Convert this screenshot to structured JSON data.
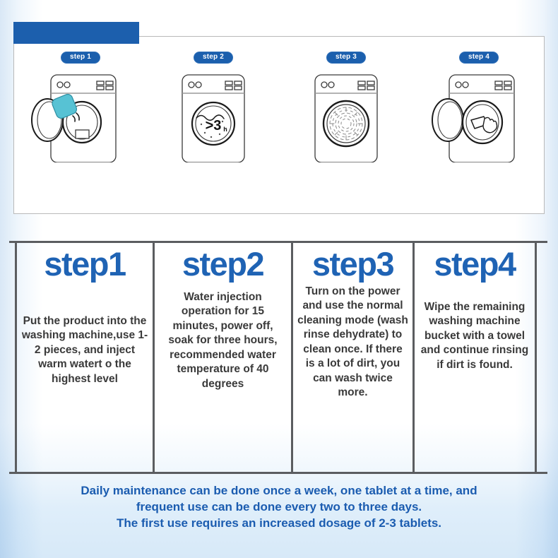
{
  "theme": {
    "brand_blue": "#1b5fad",
    "title_blue": "#1f63b4",
    "footer_blue": "#1b5cb0",
    "rule_gray": "#5b5d60",
    "panel_border": "#b9b9b9",
    "tablet_teal": "#57c2d4",
    "page_bg_edge": "#d9e8f6"
  },
  "top_panel": {
    "steps": [
      {
        "badge": "step 1",
        "icon_name": "washing-machine-open-door-with-tablet",
        "detail": "tablet dropping into drum"
      },
      {
        "badge": "step 2",
        "icon_name": "washing-machine-drum-soaking",
        "detail": ">3h"
      },
      {
        "badge": "step 3",
        "icon_name": "washing-machine-drum-spinning",
        "detail": "spin cycle"
      },
      {
        "badge": "step 4",
        "icon_name": "washing-machine-wipe-with-towel",
        "detail": "hand wiping drum"
      }
    ]
  },
  "table": {
    "columns": [
      {
        "title": "step1",
        "body": "Put the product into the washing machine,use 1-2 pieces, and inject warm watert o the highest level"
      },
      {
        "title": "step2",
        "body": "Water injection operation for 15 minutes, power off, soak for three hours, recommended water temperature of 40 degrees"
      },
      {
        "title": "step3",
        "body": "Turn on the power and use the normal cleaning mode (wash rinse dehydrate) to clean once. If there is a lot of dirt, you can wash twice more."
      },
      {
        "title": "step4",
        "body": "Wipe the remaining washing machine bucket with a towel and continue rinsing if dirt is found."
      }
    ]
  },
  "footer": {
    "line1": "Daily maintenance can be done once a week, one tablet at a time, and",
    "line2": "frequent use can be done every two to three days.",
    "line3": "The first use requires an increased dosage of 2-3 tablets."
  }
}
